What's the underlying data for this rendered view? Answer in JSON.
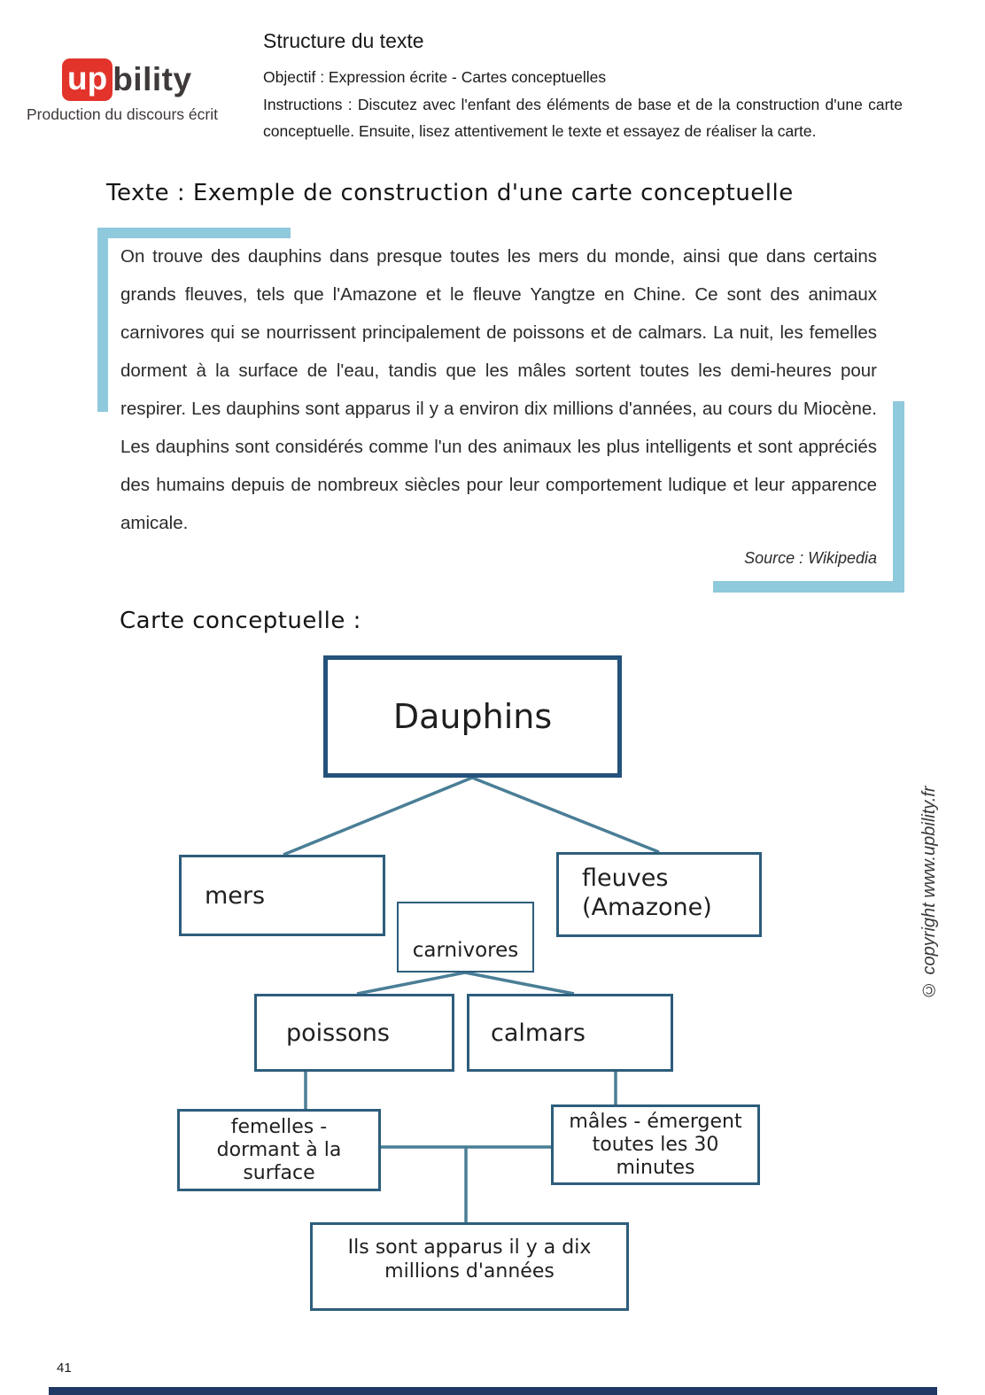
{
  "logo": {
    "word_part1": "up",
    "word_part2": "bility",
    "subtitle": "Production du discours écrit"
  },
  "header": {
    "title": "Structure du texte",
    "objectif": "Objectif : Expression écrite - Cartes conceptuelles",
    "instructions": "Instructions : Discutez avec l'enfant des éléments de base et de la construction d'une carte conceptuelle. Ensuite, lisez attentivement le texte et essayez de réaliser la carte."
  },
  "texte_heading": "Texte : Exemple de construction d'une carte conceptuelle",
  "quote": {
    "paragraph": "On trouve des dauphins dans presque toutes les mers du monde, ainsi que dans certains grands fleuves, tels que l'Amazone et le fleuve Yangtze en Chine. Ce sont des animaux carnivores qui se nourrissent principalement de poissons et de calmars. La nuit, les femelles dorment à la surface de l'eau, tandis que les mâles sortent toutes les demi-heures pour respirer. Les dauphins sont apparus il y a environ dix millions d'années, au cours du Miocène. Les dauphins sont considérés comme l'un des animaux les plus intelligents et sont appréciés des humains depuis de nombreux siècles pour leur comportement ludique et leur apparence amicale.",
    "source": "Source : Wikipedia"
  },
  "map_heading": "Carte conceptuelle :",
  "diagram": {
    "nodes": {
      "dauphins": "Dauphins",
      "mers": "mers",
      "carnivores": "carnivores",
      "fleuves": "fleuves\n(Amazone)",
      "poissons": "poissons",
      "calmars": "calmars",
      "femelles": "femelles -\ndormant à la\nsurface",
      "males": "mâles - émergent\ntoutes les 30\nminutes",
      "apparus": "Ils sont apparus il y a dix\nmillions d'années"
    }
  },
  "sidebar": {
    "copyright": "© copyright www.upbility.fr"
  },
  "footer": {
    "page_number": "41"
  },
  "colors": {
    "accent_blue": "#8fc9dc",
    "box_border": "#2d5d7c",
    "connector_line": "#4a7e96",
    "logo_red": "#e2342b",
    "footer_bar": "#1f3864"
  }
}
